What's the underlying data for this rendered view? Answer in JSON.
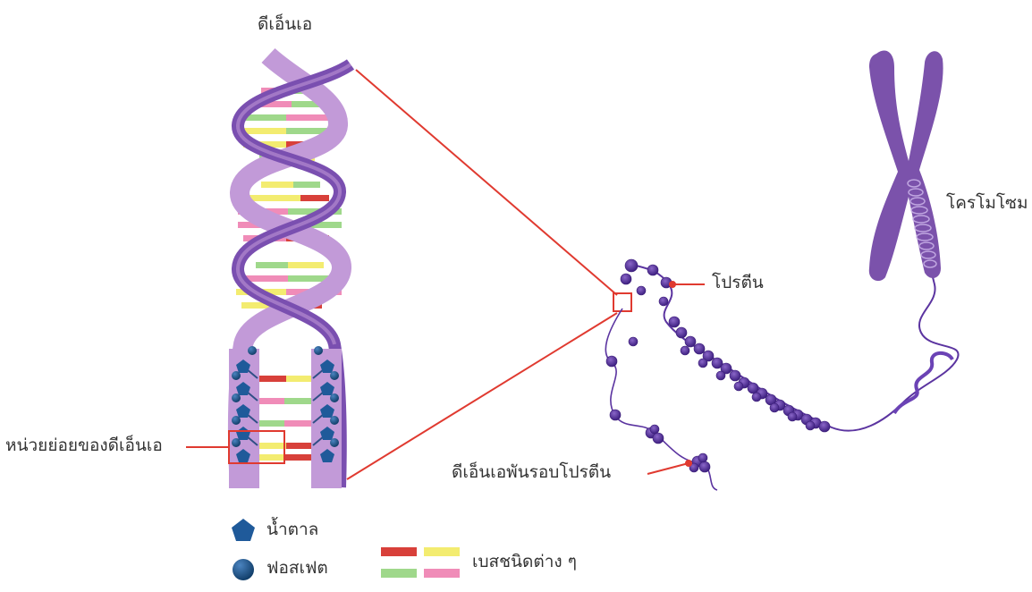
{
  "labels": {
    "dna": "ดีเอ็นเอ",
    "chromosome": "โครโมโซม",
    "protein": "โปรตีน",
    "dna_unit": "หน่วยย่อยของดีเอ็นเอ",
    "dna_wrap": "ดีเอ็นเอพันรอบโปรตีน"
  },
  "legend": {
    "sugar": "น้ำตาล",
    "phosphate": "ฟอสเฟต",
    "bases": "เบสชนิดต่าง ๆ"
  },
  "colors": {
    "backbone_dark": "#7a4fb0",
    "backbone_light": "#c29ad8",
    "chromatin": "#5b34a0",
    "chromosome": "#7b52ab",
    "sugar": "#1f5a9a",
    "phosphate": "#1a4f7e",
    "base_red": "#d8403a",
    "base_yellow": "#f3ec70",
    "base_green": "#9fd88b",
    "base_pink": "#f08cb8",
    "callout": "#e03a30"
  }
}
